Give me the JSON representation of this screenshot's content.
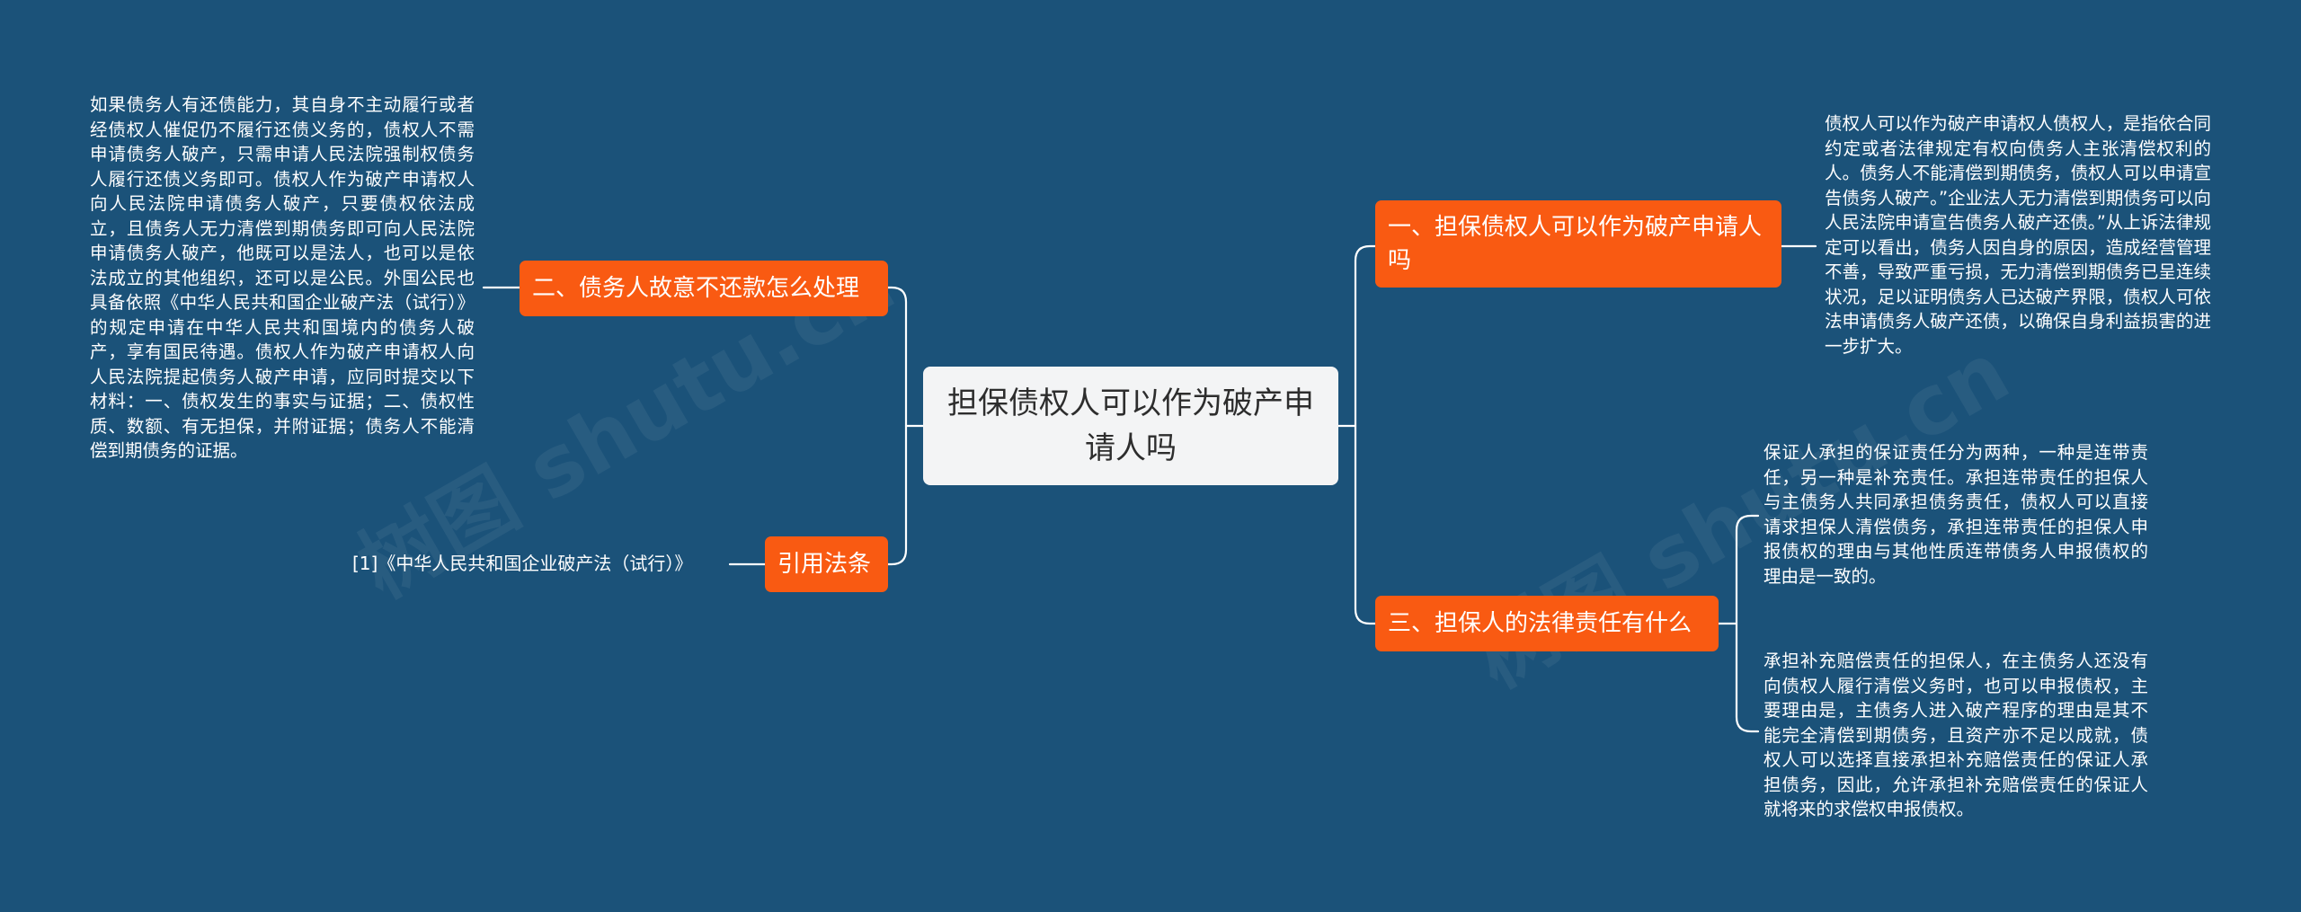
{
  "root": {
    "title": "担保债权人可以作为破产申请人吗"
  },
  "branches": [
    {
      "label": "一、担保债权人可以作为破产申请人吗",
      "details": [
        "债权人可以作为破产申请权人债权人，是指依合同约定或者法律规定有权向债务人主张清偿权利的人。债务人不能清偿到期债务，债权人可以申请宣告债务人破产。”企业法人无力清偿到期债务可以向人民法院申请宣告债务人破产还债。”从上诉法律规定可以看出，债务人因自身的原因，造成经营管理不善，导致严重亏损，无力清偿到期债务已呈连续状况，足以证明债务人已达破产界限，债权人可依法申请债务人破产还债，以确保自身利益损害的进一步扩大。"
      ]
    },
    {
      "label": "二、债务人故意不还款怎么处理",
      "details": [
        "如果债务人有还债能力，其自身不主动履行或者经债权人催促仍不履行还债义务的，债权人不需申请债务人破产，只需申请人民法院强制权债务人履行还债义务即可。债权人作为破产申请权人向人民法院申请债务人破产，只要债权依法成立，且债务人无力清偿到期债务即可向人民法院申请债务人破产，他既可以是法人，也可以是依法成立的其他组织，还可以是公民。外国公民也具备依照《中华人民共和国企业破产法（试行）》的规定申请在中华人民共和国境内的债务人破产，享有国民待遇。债权人作为破产申请权人向人民法院提起债务人破产申请，应同时提交以下材料：一、债权发生的事实与证据；二、债权性质、数额、有无担保，并附证据；债务人不能清偿到期债务的证据。"
      ]
    },
    {
      "label": "三、担保人的法律责任有什么",
      "details": [
        "保证人承担的保证责任分为两种，一种是连带责任，另一种是补充责任。承担连带责任的担保人与主债务人共同承担债务责任，债权人可以直接请求担保人清偿债务，承担连带责任的担保人申报债权的理由与其他性质连带债务人申报债权的理由是一致的。",
        "承担补充赔偿责任的担保人，在主债务人还没有向债权人履行清偿义务时，也可以申报债权，主要理由是，主债务人进入破产程序的理由是其不能完全清偿到期债务，且资产亦不足以成就，债权人可以选择直接承担补充赔偿责任的保证人承担债务，因此，允许承担补充赔偿责任的保证人就将来的求偿权申报债权。"
      ]
    },
    {
      "label": "引用法条",
      "details": [
        "[1]《中华人民共和国企业破产法（试行）》"
      ]
    }
  ],
  "watermarks": [
    "树图 shutu.cn",
    "树图 shutu.cn"
  ],
  "colors": {
    "background": "#1b5279",
    "branch": "#f95a12",
    "root": "#f3f4f5",
    "line": "#ffffff"
  }
}
